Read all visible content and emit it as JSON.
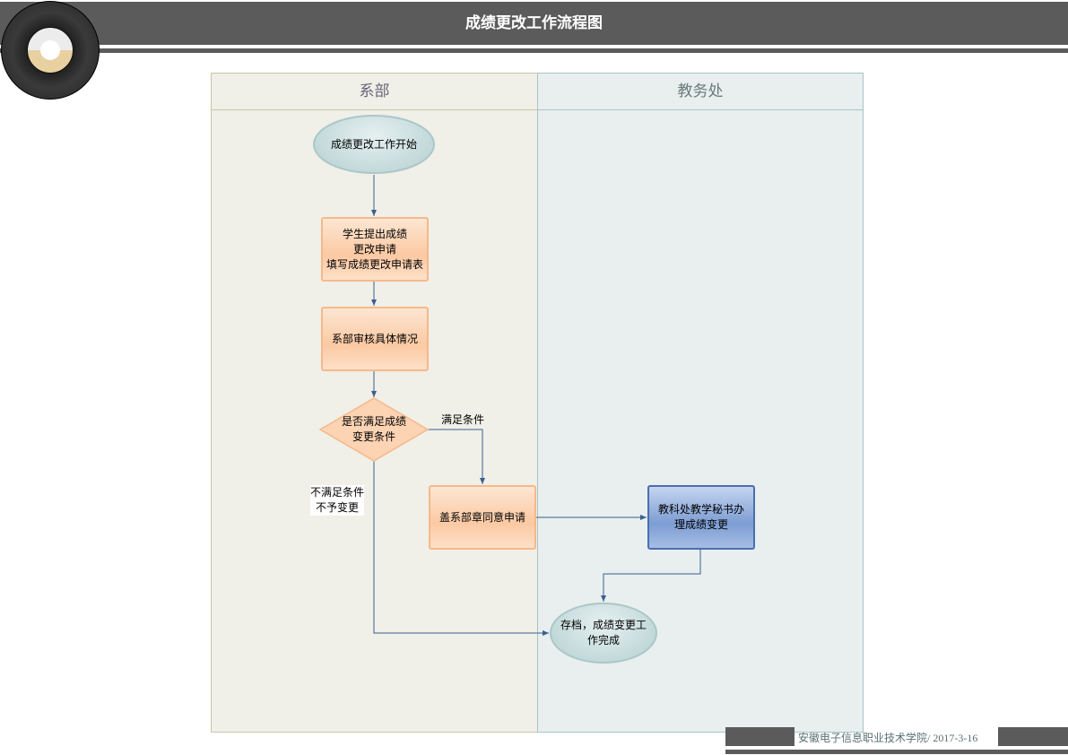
{
  "header": {
    "title": "成绩更改工作流程图"
  },
  "lanes": [
    "系部",
    "教务处"
  ],
  "nodes": {
    "start": "成绩更改工作开始",
    "apply": [
      "学生提出成绩",
      "更改申请",
      "填写成绩更改申请表"
    ],
    "review": "系部审核具体情况",
    "decision": [
      "是否满足成绩",
      "变更条件"
    ],
    "stamp": "盖系部章同意申请",
    "process": [
      "教科处教学秘书办",
      "理成绩变更"
    ],
    "end": [
      "存档，成绩变更工",
      "作完成"
    ]
  },
  "edge_labels": {
    "yes": "满足条件",
    "no": [
      "不满足条件",
      "不予变更"
    ]
  },
  "footer": {
    "org": "安徽电子信息职业技术学院",
    "date": "/ 2017-3-16"
  },
  "colors": {
    "header": "#5b5b5b",
    "orange": "#fbc9a3",
    "blue": "#7d9dd3",
    "teal": "#b4cfd0"
  }
}
